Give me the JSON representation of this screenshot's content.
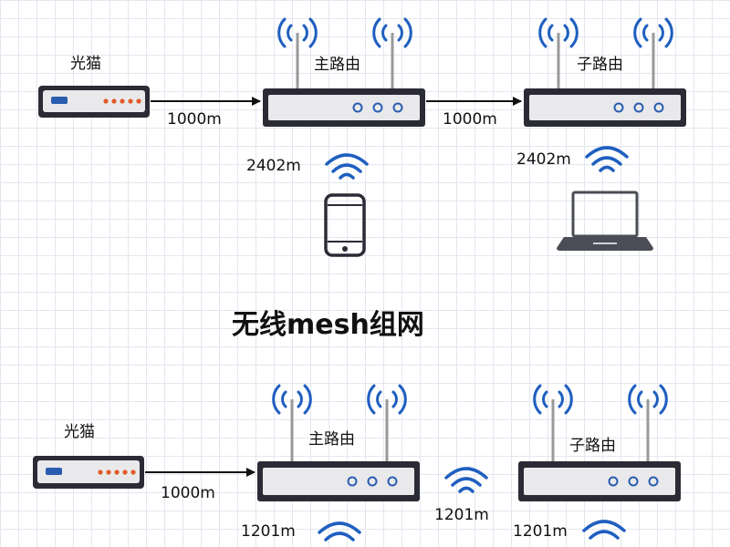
{
  "title": "无线mesh组网",
  "wired": {
    "modem_label": "光猫",
    "main_router_label": "主路由",
    "sub_router_label": "子路由",
    "link_modem_main": "1000m",
    "link_main_sub": "1000m",
    "main_wifi_speed": "2402m",
    "sub_wifi_speed": "2402m"
  },
  "wireless": {
    "modem_label": "光猫",
    "main_router_label": "主路由",
    "sub_router_label": "子路由",
    "link_modem_main": "1000m",
    "mesh_backhaul_speed": "1201m",
    "main_wifi_speed": "1201m",
    "sub_wifi_speed": "1201m"
  },
  "colors": {
    "device_frame": "#2b2b36",
    "device_face": "#e9e9ec",
    "led_blue": "#2a5db0",
    "led_orange": "#e05a2a",
    "wifi_blue": "#1f5fbf",
    "arrow": "#111111"
  }
}
